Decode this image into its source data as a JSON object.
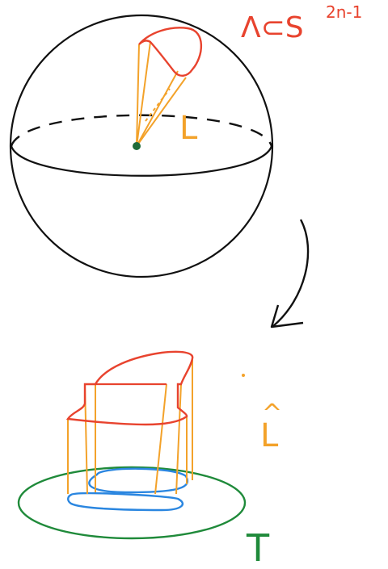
{
  "labels": {
    "lambda_sub": "Λ⊂S",
    "lambda_sup": "2n-1",
    "cone": "L",
    "lift_hat": "^",
    "lift": "L",
    "base": "T"
  },
  "colors": {
    "ink": "#111111",
    "red": "#e8432e",
    "orange": "#f3a22a",
    "blue": "#2a86e0",
    "green": "#1f8a3a",
    "center": "#1f6b3a"
  }
}
